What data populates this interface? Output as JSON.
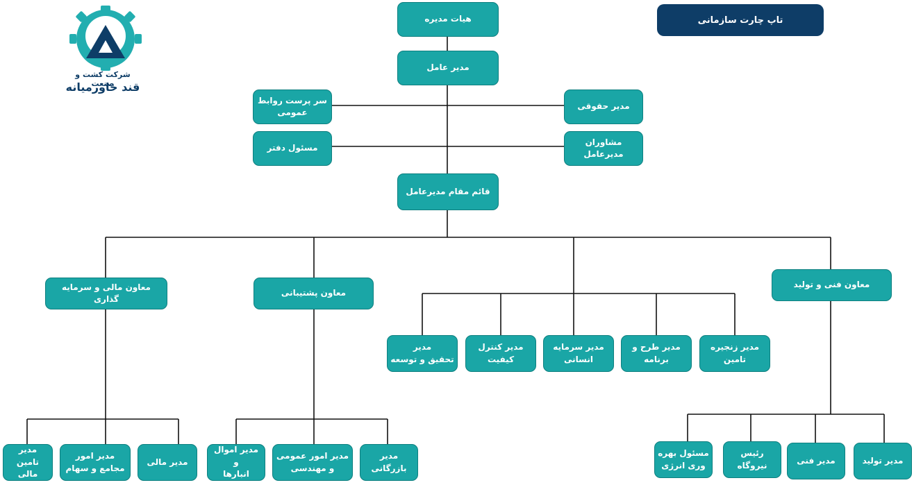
{
  "title": "تاپ چارت سازمانی",
  "logo": {
    "icon": "gear-triangle-logo-icon",
    "company_line1": "شرکت کشت و صنعت",
    "company_line2": "قند خاورمیانه"
  },
  "colors": {
    "node_fill": "#1aa6a6",
    "node_border": "#0d7f7f",
    "title_fill": "#0e3d67",
    "logo_teal": "#22aeb0",
    "logo_navy": "#0e3d67",
    "connector": "#111111"
  },
  "nodes": {
    "board": "هیات مدیره",
    "ceo": "مدیر عامل",
    "pr_supervisor": "سر پرست روابط\nعمومی",
    "office_manager": "مسئول دفتر",
    "legal_manager": "مدیر حقوقی",
    "ceo_advisors": "مشاوران\nمدیرعامل",
    "deputy_ceo": "قائم مقام مدیرعامل",
    "vp_finance": "معاون مالی و سرمایه گذاری",
    "vp_support": "معاون پشتیبانی",
    "vp_technical": "معاون فنی و تولید",
    "rd_manager": "مدیر\nتحقیق و توسعه",
    "qc_manager": "مدیر کنترل\nکیفیت",
    "hr_manager": "مدیر سرمایه\nانسانی",
    "planning_manager": "مدیر طرح و\nبرنامه",
    "supply_chain_manager": "مدیر زنجیره\nتامین",
    "financing_manager": "مدیر\nتامین مالی",
    "assembly_shares_manager": "مدیر امور\nمجامع و سهام",
    "finance_manager": "مدیر مالی",
    "property_warehouse_manager": "مدیر اموال و\nانبارها",
    "general_engineering_manager": "مدیر امور عمومی\nو مهندسی",
    "commerce_manager": "مدیر\nبازرگانی",
    "energy_officer": "مسئول بهره\nوری انرژی",
    "powerplant_head": "رئیس\nنیروگاه",
    "technical_manager": "مدیر فنی",
    "production_manager": "مدیر تولید"
  }
}
